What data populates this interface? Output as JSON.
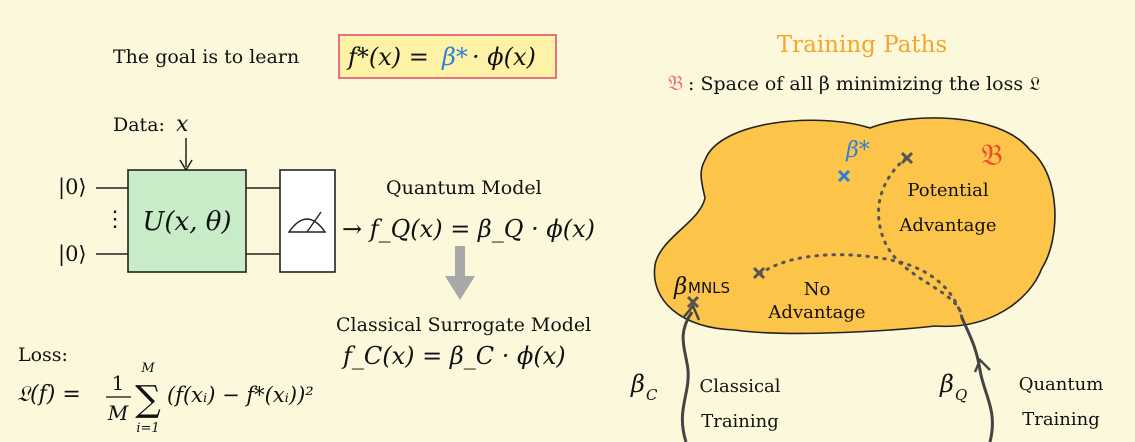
{
  "goal": {
    "prefix": "The goal is to learn",
    "f_star_x": "f*(x) =",
    "beta_star": "β*",
    "dot_phi": "· ϕ(x)"
  },
  "circuit": {
    "data_label": "Data:",
    "data_var": "x",
    "ket_top": "|0⟩",
    "ket_bottom": "|0⟩",
    "dots": "⋮",
    "unitary": "U(x, θ)"
  },
  "quantum_model": {
    "title": "Quantum Model",
    "equation": "→ f_Q(x) = β_Q · ϕ(x)"
  },
  "surrogate": {
    "title": "Classical Surrogate Model",
    "equation": "f_C(x)  = β_C · ϕ(x)"
  },
  "loss": {
    "label": "Loss:",
    "lhs": "𝔏(f)  =",
    "frac_num": "1",
    "frac_den": "M",
    "sum_upper": "M",
    "sum_lower": "i=1",
    "sum_symbol": "∑",
    "body": "(f(xᵢ) − f*(xᵢ))²"
  },
  "training_paths": {
    "title": "Training Paths",
    "space_symbol": "𝔅",
    "subtitle": ": Space of all β minimizing the loss 𝔏",
    "region_label": "𝔅",
    "beta_star": "β*",
    "potential_advantage": [
      "Potential",
      "Advantage"
    ],
    "no_advantage": [
      "No",
      "Advantage"
    ],
    "beta_mnls": "β",
    "mnls_sub": "MNLS",
    "beta_c": "β",
    "beta_c_sub": "C",
    "classical_training": [
      "Classical",
      "Training"
    ],
    "beta_q": "β",
    "beta_q_sub": "Q",
    "quantum_training": [
      "Quantum",
      "Training"
    ]
  },
  "colors": {
    "background": "#fbf8dc",
    "goal_box_fill": "#fdf2a6",
    "goal_box_border": "#e8727a",
    "unitary_fill": "#c9ecc8",
    "blob_fill": "#fdc44a",
    "title_orange": "#f4a62a",
    "beta_star_blue": "#2f7fd9",
    "script_b_red": "#ef4a2c",
    "script_b_pink": "#e8727a",
    "path_gray": "#4a4a4a",
    "arrow_gray": "#a8a8a8"
  }
}
